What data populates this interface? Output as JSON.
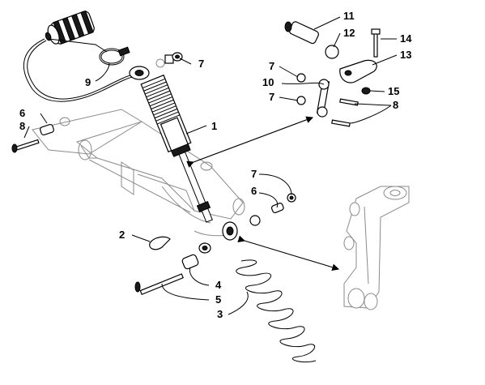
{
  "callouts": [
    {
      "id": "c1",
      "text": "1"
    },
    {
      "id": "c2",
      "text": "2"
    },
    {
      "id": "c3",
      "text": "3"
    },
    {
      "id": "c4",
      "text": "4"
    },
    {
      "id": "c5",
      "text": "5"
    },
    {
      "id": "c6a",
      "text": "6"
    },
    {
      "id": "c6b",
      "text": "6"
    },
    {
      "id": "c7a",
      "text": "7"
    },
    {
      "id": "c7b",
      "text": "7"
    },
    {
      "id": "c7c",
      "text": "7"
    },
    {
      "id": "c7d",
      "text": "7"
    },
    {
      "id": "c8a",
      "text": "8"
    },
    {
      "id": "c8b",
      "text": "8"
    },
    {
      "id": "c9",
      "text": "9"
    },
    {
      "id": "c10",
      "text": "10"
    },
    {
      "id": "c11",
      "text": "11"
    },
    {
      "id": "c12",
      "text": "12"
    },
    {
      "id": "c13",
      "text": "13"
    },
    {
      "id": "c14",
      "text": "14"
    },
    {
      "id": "c15",
      "text": "15"
    }
  ]
}
